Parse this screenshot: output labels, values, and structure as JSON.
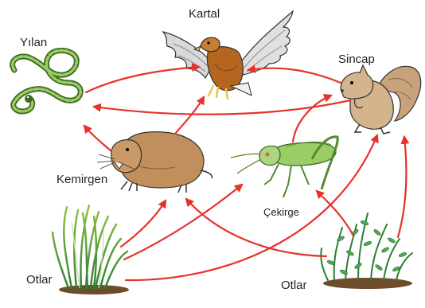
{
  "diagram": {
    "labels": {
      "kartal": "Kartal",
      "yilan": "Yılan",
      "sincap": "Sincap",
      "kemirgen": "Kemirgen",
      "cekirge": "Çekirge",
      "otlar_left": "Otlar",
      "otlar_right": "Otlar"
    },
    "arrows": [
      {
        "from": "yilan",
        "to": "kartal"
      },
      {
        "from": "sincap",
        "to": "kartal"
      },
      {
        "from": "kemirgen",
        "to": "kartal"
      },
      {
        "from": "sincap",
        "to": "yilan"
      },
      {
        "from": "kemirgen",
        "to": "yilan"
      },
      {
        "from": "cekirge",
        "to": "sincap"
      },
      {
        "from": "otlar_left",
        "to": "kemirgen"
      },
      {
        "from": "otlar_left",
        "to": "cekirge"
      },
      {
        "from": "otlar_left",
        "to": "sincap"
      },
      {
        "from": "otlar_right",
        "to": "kemirgen"
      },
      {
        "from": "otlar_right",
        "to": "cekirge"
      },
      {
        "from": "otlar_right",
        "to": "sincap"
      }
    ],
    "colors": {
      "arrow_start": "#f7a21b",
      "arrow_end": "#e8312a",
      "label": "#231f20"
    }
  }
}
